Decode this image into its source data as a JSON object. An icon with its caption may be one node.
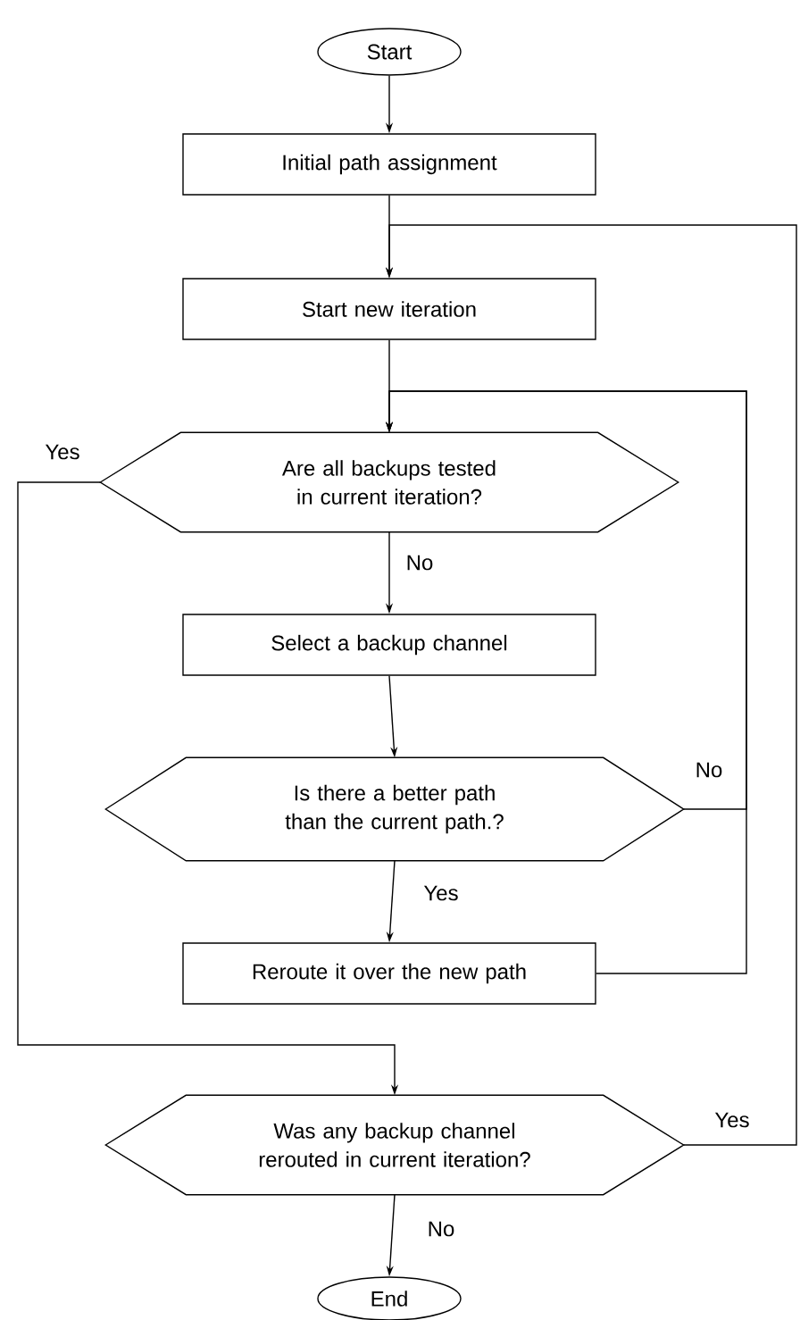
{
  "diagram": {
    "nodes": [
      {
        "text": [
          "Start"
        ]
      },
      {
        "text": [
          "Initial path assignment"
        ]
      },
      {
        "text": [
          "Start new iteration"
        ]
      },
      {
        "text": [
          "Are all backups tested in current iteration?"
        ]
      },
      {
        "text": [
          "Select a backup channel"
        ]
      },
      {
        "text": [
          "Is there a better path than the current path.?"
        ]
      },
      {
        "text": [
          "Reroute it over the new path"
        ]
      },
      {
        "text": [
          "Was any backup channel rerouted in current iteration?"
        ]
      },
      {
        "text": [
          "End"
        ]
      }
    ],
    "edges": [
      {
        "from": 0,
        "to": 1,
        "arrow": "to"
      },
      {
        "from": 1,
        "to": 2,
        "arrow": "to"
      },
      {
        "from": 2,
        "to": 3,
        "arrow": "to"
      },
      {
        "from": 3,
        "to": 4,
        "arrow": "to",
        "label": "No"
      },
      {
        "from": 4,
        "to": 5,
        "arrow": "to"
      },
      {
        "from": 5,
        "to": 6,
        "arrow": "to",
        "label": "Yes"
      },
      {
        "from": 5,
        "to": 3,
        "arrow": "to",
        "label": "No"
      },
      {
        "from": 6,
        "to": 3,
        "arrow": "to"
      },
      {
        "from": 3,
        "to": 7,
        "arrow": "to",
        "label": "Yes"
      },
      {
        "from": 7,
        "to": 2,
        "arrow": "to",
        "label": "Yes"
      },
      {
        "from": 7,
        "to": 8,
        "arrow": "to",
        "label": "No"
      }
    ]
  }
}
